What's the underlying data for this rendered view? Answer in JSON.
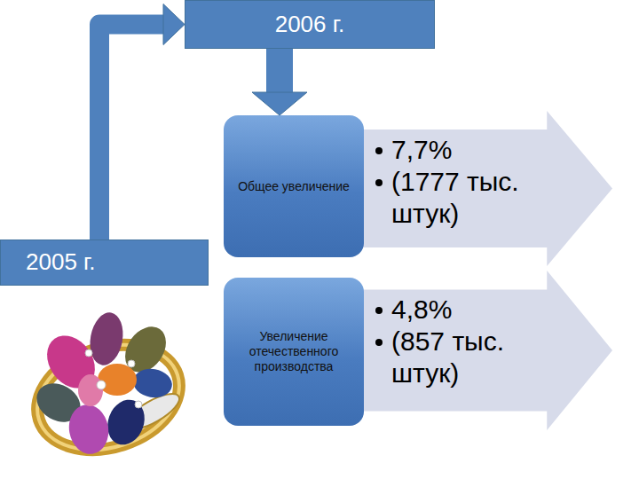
{
  "diagram": {
    "nodes": [
      {
        "text": [
          "2006 г."
        ]
      },
      {
        "text": [
          "Общее увеличение"
        ]
      },
      {
        "text": [
          "7,7%",
          "(1777 тыс. штук)"
        ]
      },
      {
        "text": [
          "2005 г."
        ]
      },
      {
        "text": [
          "Увеличение отечественного производства"
        ]
      },
      {
        "text": [
          "4,8%",
          "(857 тыс. штук)"
        ]
      }
    ],
    "edges": [
      {
        "from": 3,
        "to": 0,
        "arrow": "to"
      },
      {
        "from": 0,
        "to": 1,
        "arrow": "to"
      }
    ]
  }
}
